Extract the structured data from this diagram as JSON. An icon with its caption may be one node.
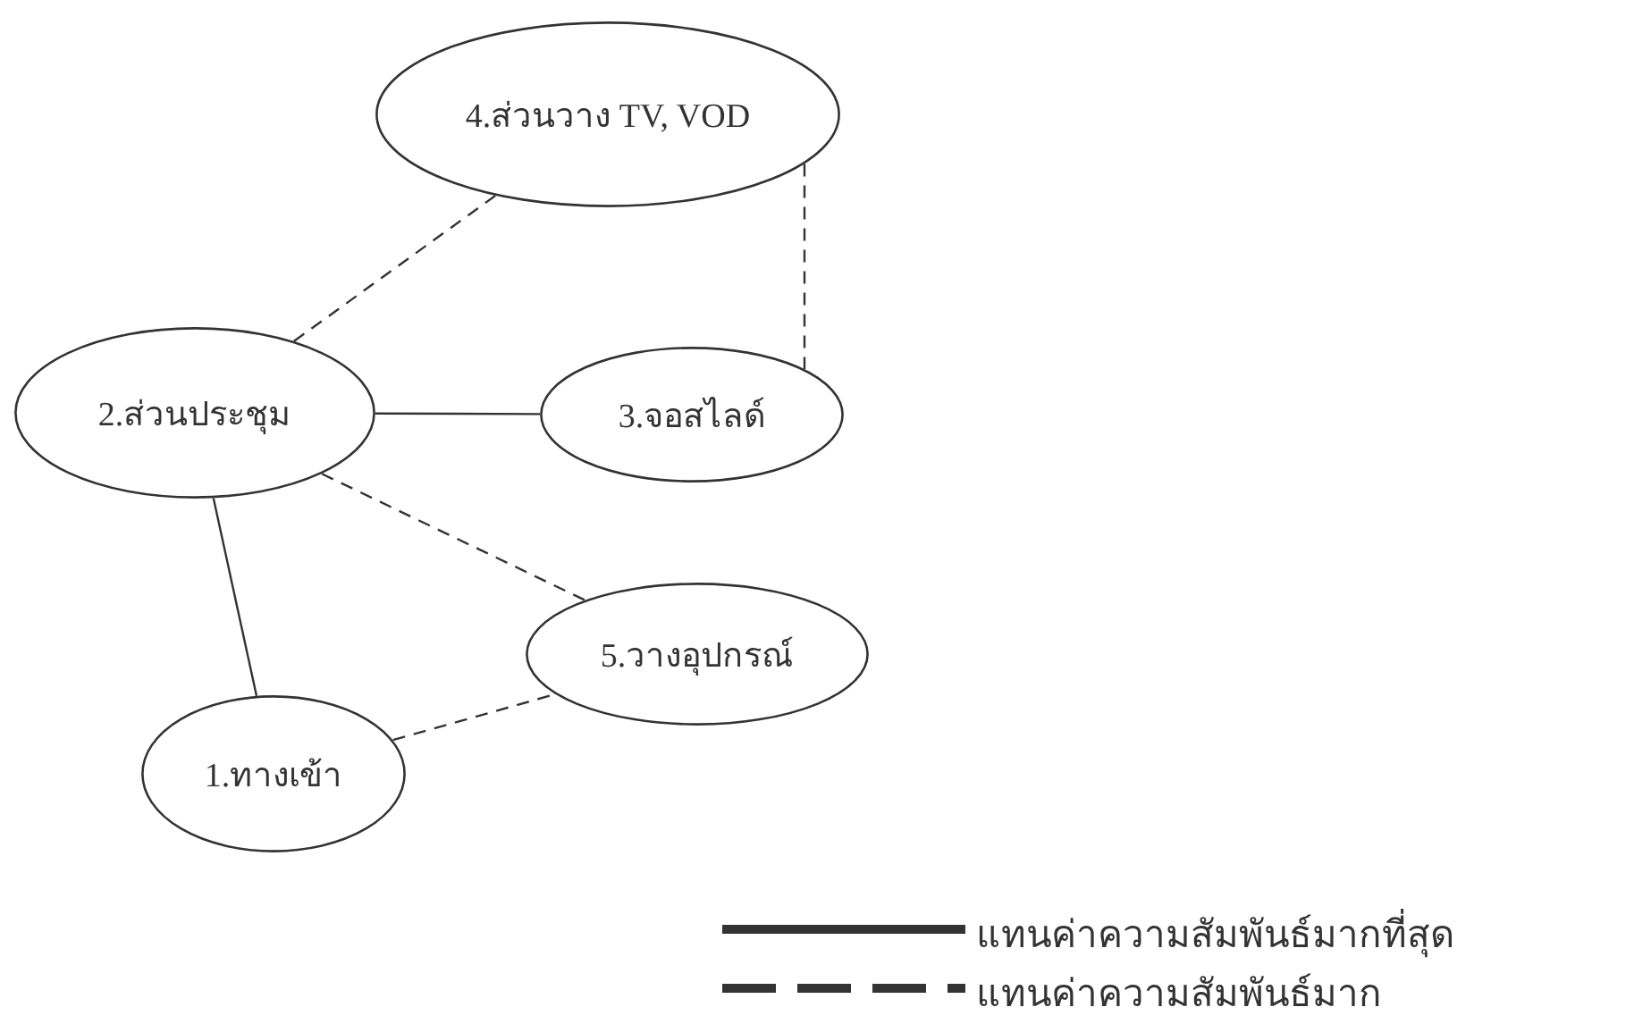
{
  "diagram": {
    "nodes": [
      {
        "text": [
          "4.ส่วนวาง TV, VOD"
        ]
      },
      {
        "text": [
          "2.ส่วนประชุม"
        ]
      },
      {
        "text": [
          "3.จอสไลด์"
        ]
      },
      {
        "text": [
          "5.วางอุปกรณ์"
        ]
      },
      {
        "text": [
          "1.ทางเข้า"
        ]
      }
    ],
    "edges": [
      {
        "from": 1,
        "to": 0,
        "arrow": "none",
        "style": "dashed"
      },
      {
        "from": 0,
        "to": 2,
        "arrow": "none",
        "style": "dashed"
      },
      {
        "from": 1,
        "to": 2,
        "arrow": "none"
      },
      {
        "from": 1,
        "to": 3,
        "arrow": "none",
        "style": "dashed"
      },
      {
        "from": 1,
        "to": 4,
        "arrow": "none"
      },
      {
        "from": 4,
        "to": 3,
        "arrow": "none",
        "style": "dashed"
      }
    ],
    "legend": [
      {
        "text": "แทนค่าความสัมพันธ์มากที่สุด"
      },
      {
        "text": "แทนค่าความสัมพันธ์มาก"
      }
    ]
  }
}
